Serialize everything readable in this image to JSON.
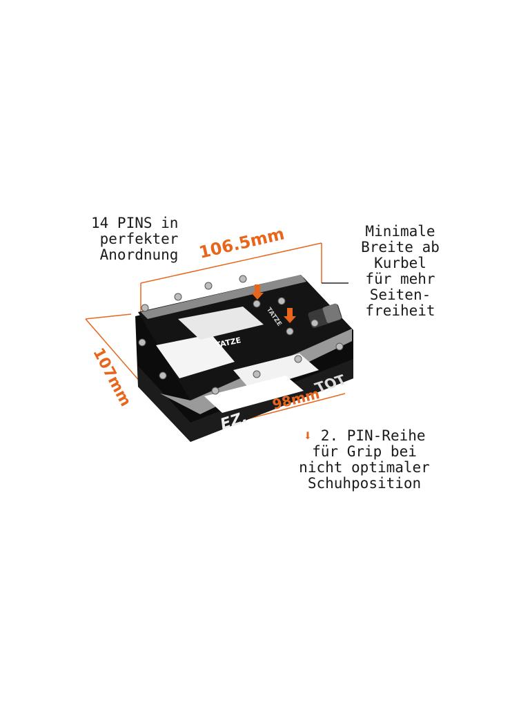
{
  "annotations": {
    "pins": [
      "14 PINS in",
      "perfekter",
      "Anordnung"
    ],
    "width_note": [
      "Minimale",
      "Breite ab",
      "Kurbel",
      "für mehr",
      "Seiten-",
      "freiheit"
    ],
    "pin_row": [
      "2. PIN-Reihe",
      "für Grip bei",
      "nicht optimaler",
      "Schuhposition"
    ]
  },
  "dimensions": {
    "length": "106.5mm",
    "depth": "107mm",
    "width": "98mm"
  },
  "product_markings": {
    "brand_top": "TATZE",
    "spindle_mark": "TATZE",
    "side_logo": "EZ.",
    "side_model": "TOT"
  },
  "colors": {
    "accent": "#e8661c",
    "body": "#111111",
    "edge": "#8a8a8a"
  }
}
